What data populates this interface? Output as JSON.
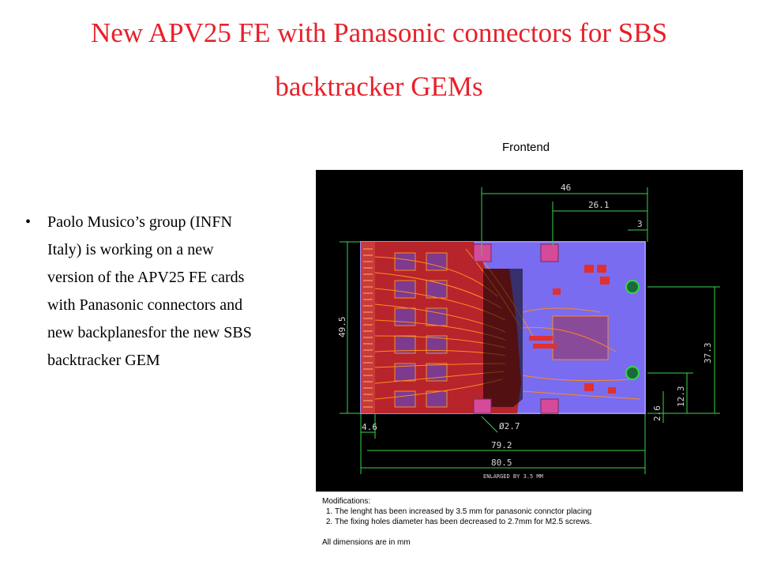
{
  "title": {
    "line1": "New APV25 FE with Panasonic connectors for SBS",
    "line2": "backtracker GEMs"
  },
  "bullets": [
    "Paolo Musico’s group (INFN Italy) is working on a new version of the APV25 FE cards with Panasonic connectors and new backplanesfor the new SBS backtracker GEM"
  ],
  "figure": {
    "caption": "Frontend",
    "dimensions": {
      "d46": "46",
      "d26_1": "26.1",
      "d3": "3",
      "d49_5": "49.5",
      "d37_3": "37.3",
      "d12_3": "12.3",
      "d2_6": "2.6",
      "d4_6": "4.6",
      "hole": "Ø2.7",
      "d79_2": "79.2",
      "d80_5": "80.5",
      "enlarged": "ENLARGED BY 3.5 MM"
    },
    "colors": {
      "board_background": "#000000",
      "board_body": "#7a6cf0",
      "copper_red": "#d92c2c",
      "trace_orange": "#ff8a1e",
      "dimension_lines": "#36d64a",
      "mounting_pads": "#d64a9a"
    }
  },
  "modifications": {
    "header": "Modifications:",
    "items": [
      "The lenght has been increased by 3.5 mm for panasonic connctor placing",
      "The fixing holes diameter has been decreased to 2.7mm for M2.5 screws."
    ],
    "footer": "All dimensions are in mm"
  }
}
